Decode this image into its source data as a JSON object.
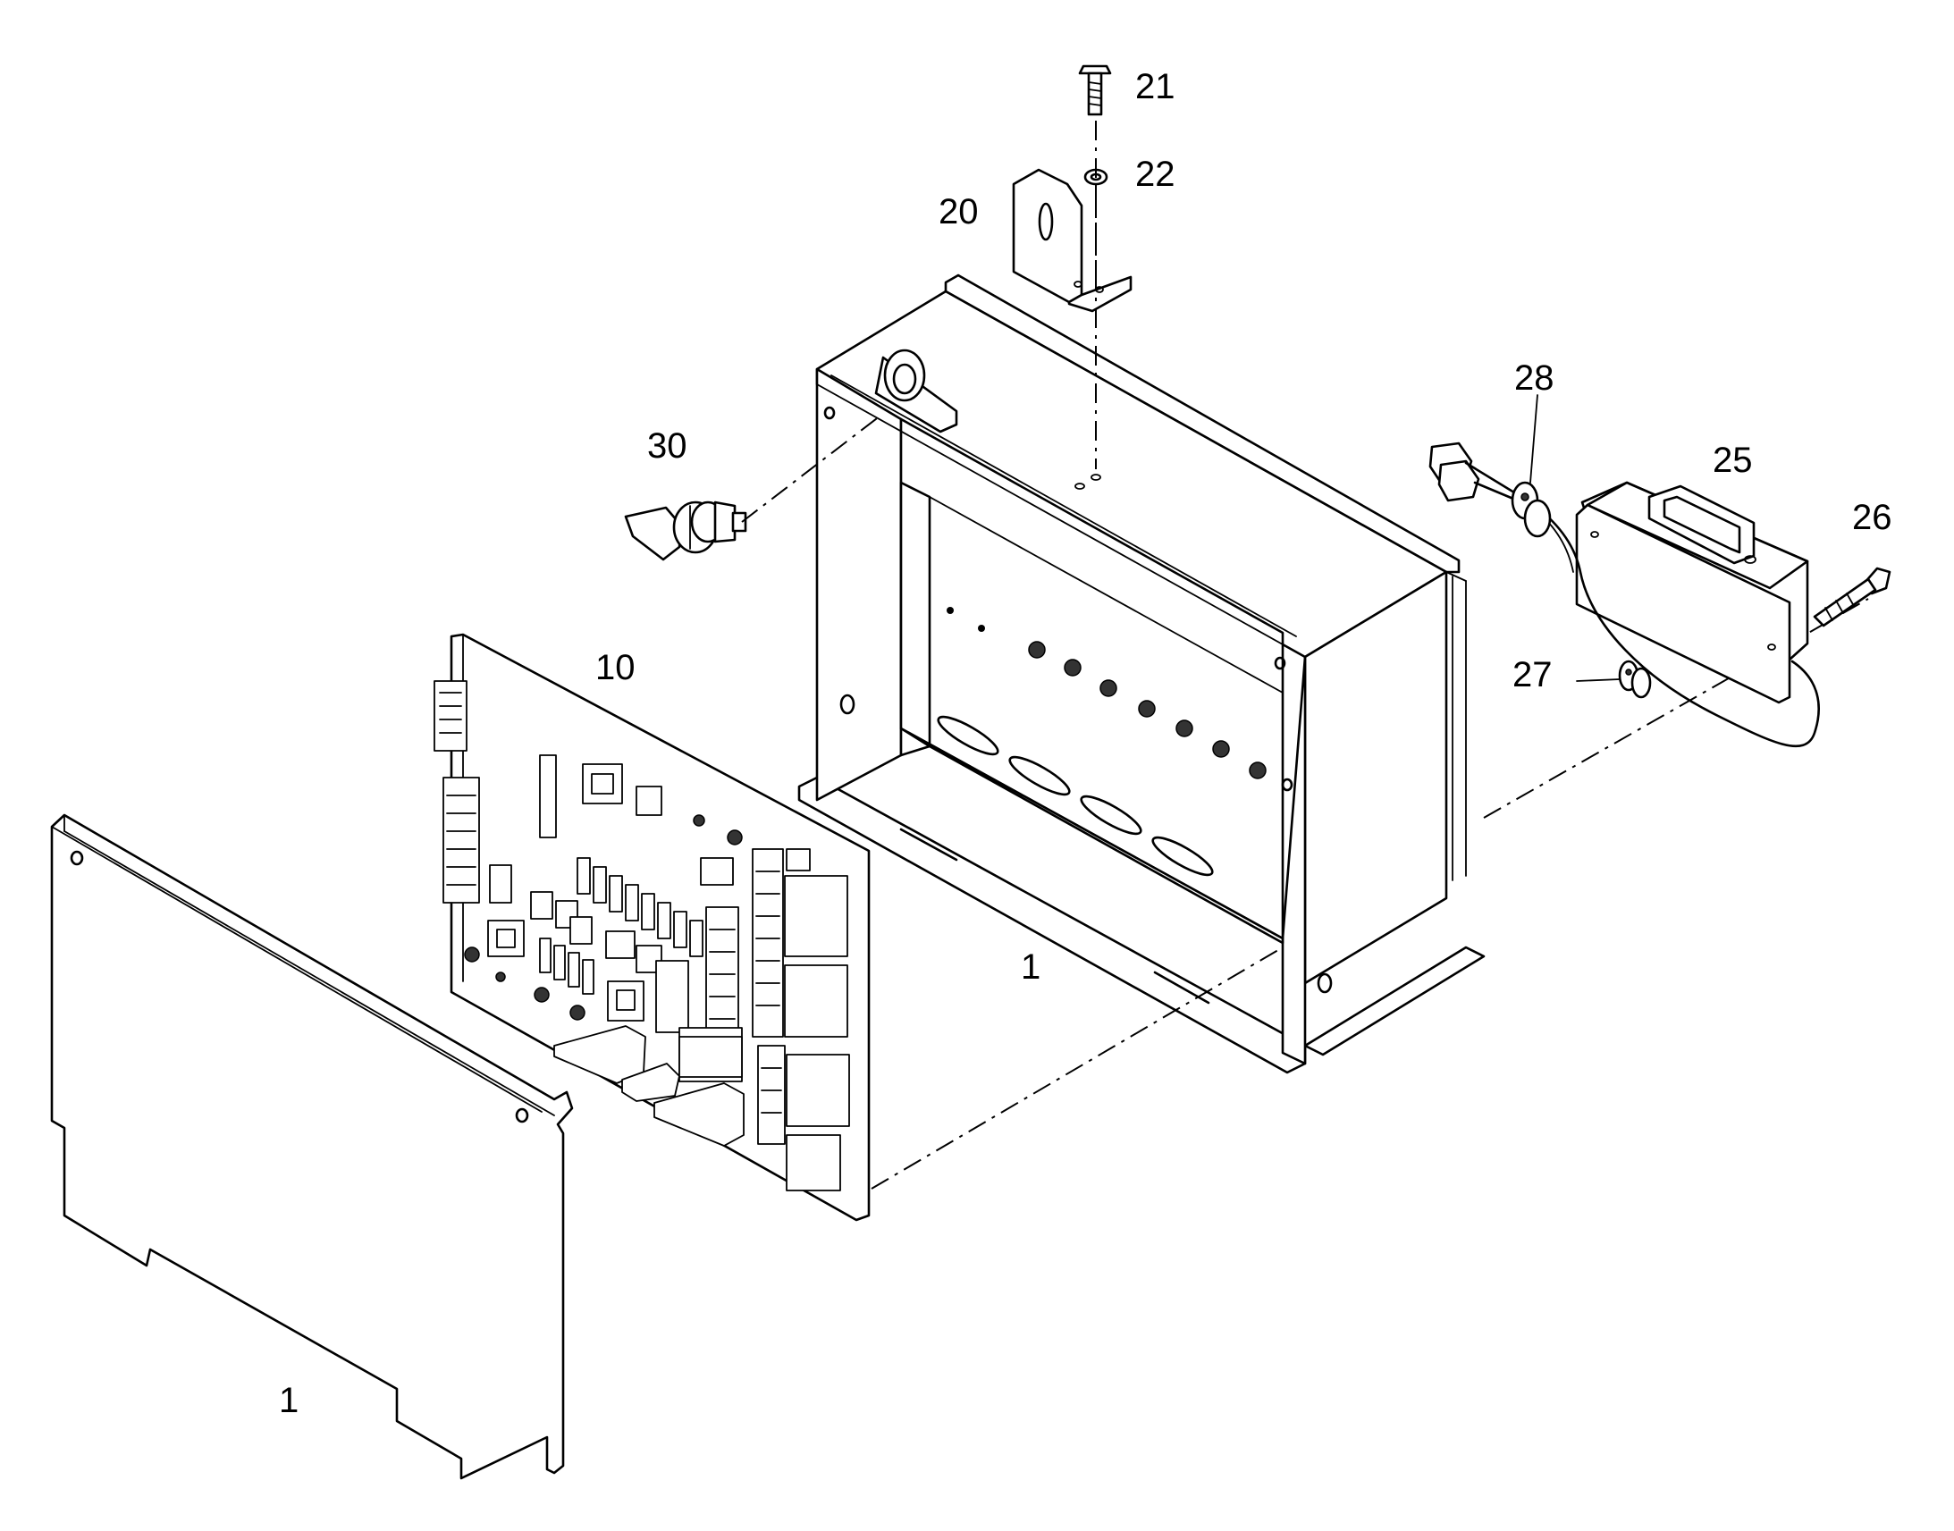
{
  "callouts": {
    "c21": "21",
    "c22": "22",
    "c20": "20",
    "c30": "30",
    "c28": "28",
    "c25": "25",
    "c26": "26",
    "c10": "10",
    "c27": "27",
    "c1_box": "1",
    "c1_cover": "1"
  },
  "colors": {
    "line": "#000000",
    "background": "#ffffff"
  }
}
